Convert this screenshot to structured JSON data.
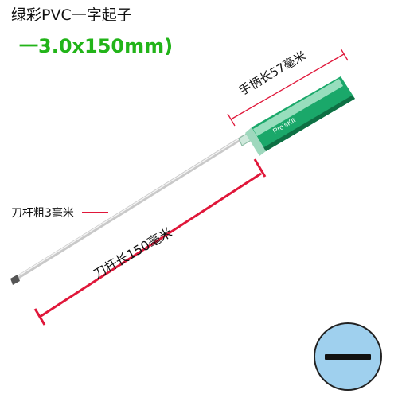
{
  "title": "绿彩PVC一字起子",
  "subtitle": "一3.0x150mm)",
  "labels": {
    "handle": "手柄长57毫米",
    "blade": "刀杆粗3毫米",
    "shaft": "刀杆长150毫米"
  },
  "handle_print": "Pro'sKit",
  "colors": {
    "accent_green": "#22b419",
    "handle_green": "#1aa86a",
    "measure_red": "#e0173a",
    "badge_blue": "#9fd0ee"
  },
  "icons": {
    "slot": "slotted-screwdriver-tip-icon"
  }
}
